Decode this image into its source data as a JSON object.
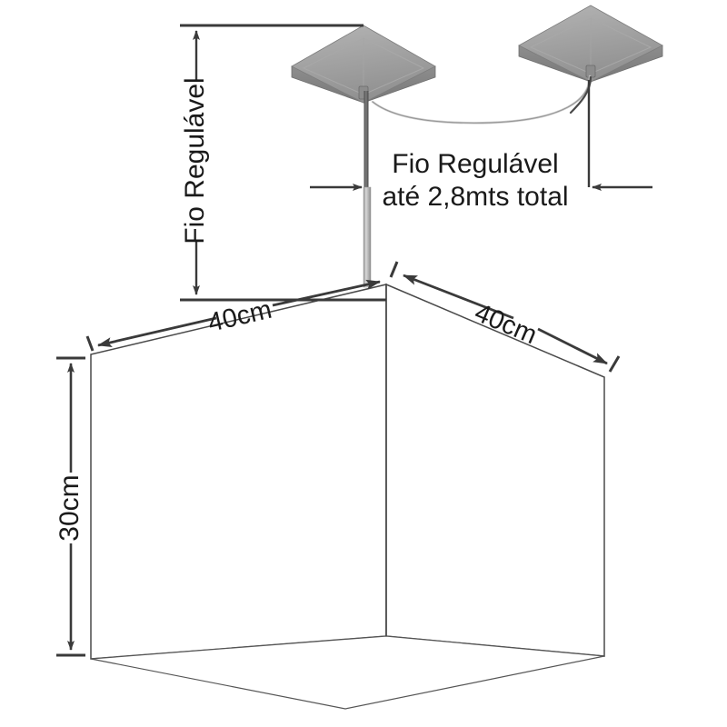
{
  "diagram": {
    "title": "Luminaria Pendente Cubo - Desenho Tecnico com Dimensoes",
    "background_color": "#ffffff",
    "line_color": "#333333",
    "text_color": "#1a1a1a",
    "canopy_color": "#9a9a9a",
    "cord_color": "#555555",
    "labels": {
      "cord_vertical": "Fio Regulável",
      "cord_callout_line1": "Fio Regulável",
      "cord_callout_line2": "até 2,8mts total",
      "width_left": "40cm",
      "width_right": "40cm",
      "height": "30cm"
    },
    "measurements": [
      {
        "name": "cord-adjustable-length",
        "label": "Fio Regulável",
        "value": "até 2,8mts total",
        "orientation": "vertical"
      },
      {
        "name": "cube-width-left",
        "label": "40cm",
        "orientation": "diagonal-left"
      },
      {
        "name": "cube-width-right",
        "label": "40cm",
        "orientation": "diagonal-right"
      },
      {
        "name": "cube-height",
        "label": "30cm",
        "orientation": "vertical"
      }
    ],
    "parts": [
      {
        "name": "ceiling-canopy-left",
        "description": "Square ceiling plate in perspective"
      },
      {
        "name": "ceiling-canopy-right",
        "description": "Square ceiling plate in perspective"
      },
      {
        "name": "suspension-cord",
        "description": "Vertical adjustable cord"
      },
      {
        "name": "connecting-cable",
        "description": "Sagging cable between canopies"
      },
      {
        "name": "cube-shade",
        "description": "Cube lamp shade 40x40x30cm"
      }
    ]
  }
}
